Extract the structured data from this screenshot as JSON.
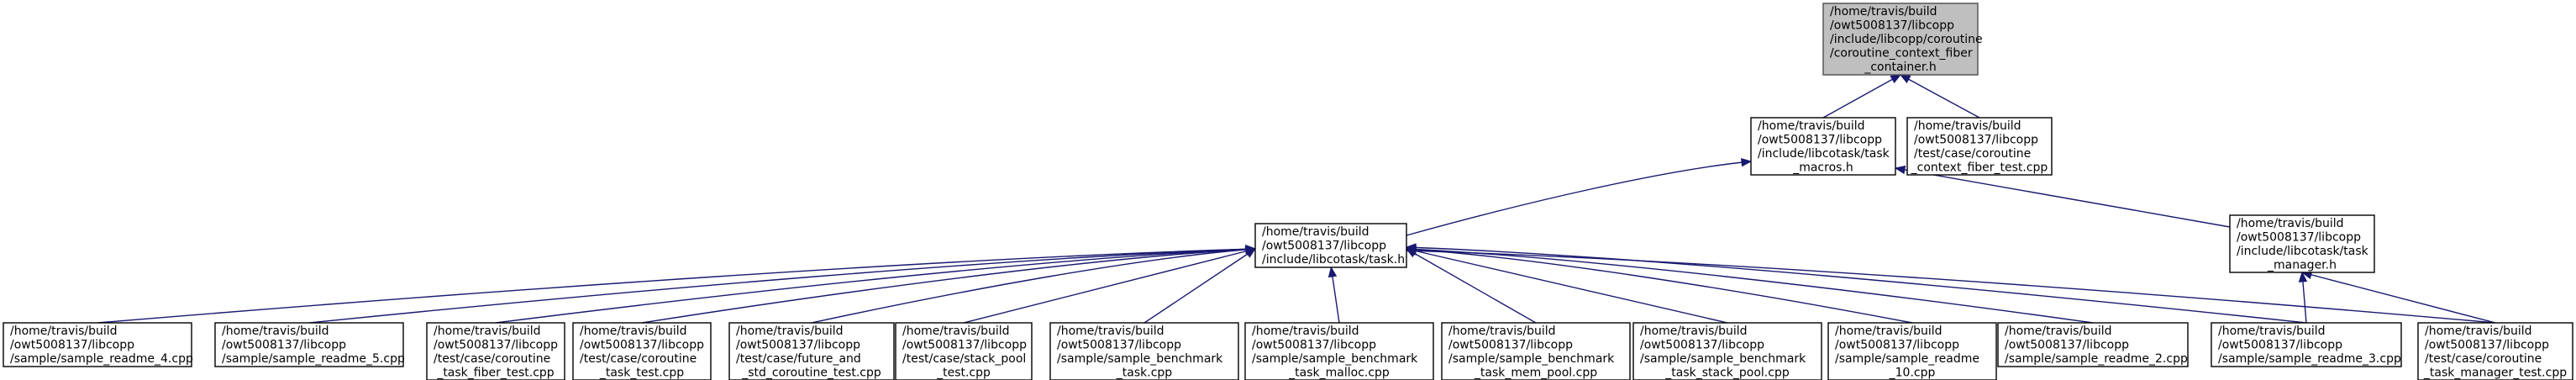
{
  "colors": {
    "edge": "#191970",
    "root_fill": "#bfbfbf",
    "node_fill": "#ffffff",
    "border": "#000000"
  },
  "nodes": [
    {
      "id": "ctx_fiber_container",
      "lines": [
        "/home/travis/build",
        "/owt5008137/libcopp",
        "/include/libcopp/coroutine",
        "/coroutine_context_fiber",
        "_container.h"
      ],
      "root": true
    },
    {
      "id": "task_macros",
      "lines": [
        "/home/travis/build",
        "/owt5008137/libcopp",
        "/include/libcotask/task",
        "_macros.h"
      ]
    },
    {
      "id": "ctx_fiber_test",
      "lines": [
        "/home/travis/build",
        "/owt5008137/libcopp",
        "/test/case/coroutine",
        "_context_fiber_test.cpp"
      ]
    },
    {
      "id": "task_h",
      "lines": [
        "/home/travis/build",
        "/owt5008137/libcopp",
        "/include/libcotask/task.h"
      ]
    },
    {
      "id": "task_manager",
      "lines": [
        "/home/travis/build",
        "/owt5008137/libcopp",
        "/include/libcotask/task",
        "_manager.h"
      ]
    },
    {
      "id": "readme_4",
      "lines": [
        "/home/travis/build",
        "/owt5008137/libcopp",
        "/sample/sample_readme_4.cpp"
      ]
    },
    {
      "id": "readme_5",
      "lines": [
        "/home/travis/build",
        "/owt5008137/libcopp",
        "/sample/sample_readme_5.cpp"
      ]
    },
    {
      "id": "task_fiber_test",
      "lines": [
        "/home/travis/build",
        "/owt5008137/libcopp",
        "/test/case/coroutine",
        "_task_fiber_test.cpp"
      ]
    },
    {
      "id": "task_test",
      "lines": [
        "/home/travis/build",
        "/owt5008137/libcopp",
        "/test/case/coroutine",
        "_task_test.cpp"
      ]
    },
    {
      "id": "future_std",
      "lines": [
        "/home/travis/build",
        "/owt5008137/libcopp",
        "/test/case/future_and",
        "_std_coroutine_test.cpp"
      ]
    },
    {
      "id": "stack_pool_test",
      "lines": [
        "/home/travis/build",
        "/owt5008137/libcopp",
        "/test/case/stack_pool",
        "_test.cpp"
      ]
    },
    {
      "id": "bench_task",
      "lines": [
        "/home/travis/build",
        "/owt5008137/libcopp",
        "/sample/sample_benchmark",
        "_task.cpp"
      ]
    },
    {
      "id": "bench_malloc",
      "lines": [
        "/home/travis/build",
        "/owt5008137/libcopp",
        "/sample/sample_benchmark",
        "_task_malloc.cpp"
      ]
    },
    {
      "id": "bench_mem_pool",
      "lines": [
        "/home/travis/build",
        "/owt5008137/libcopp",
        "/sample/sample_benchmark",
        "_task_mem_pool.cpp"
      ]
    },
    {
      "id": "bench_stack_pool",
      "lines": [
        "/home/travis/build",
        "/owt5008137/libcopp",
        "/sample/sample_benchmark",
        "_task_stack_pool.cpp"
      ]
    },
    {
      "id": "readme_10",
      "lines": [
        "/home/travis/build",
        "/owt5008137/libcopp",
        "/sample/sample_readme",
        "_10.cpp"
      ]
    },
    {
      "id": "readme_2",
      "lines": [
        "/home/travis/build",
        "/owt5008137/libcopp",
        "/sample/sample_readme_2.cpp"
      ]
    },
    {
      "id": "readme_3",
      "lines": [
        "/home/travis/build",
        "/owt5008137/libcopp",
        "/sample/sample_readme_3.cpp"
      ]
    },
    {
      "id": "task_manager_test",
      "lines": [
        "/home/travis/build",
        "/owt5008137/libcopp",
        "/test/case/coroutine",
        "_task_manager_test.cpp"
      ]
    }
  ],
  "edges": [
    {
      "from": "task_macros",
      "to": "ctx_fiber_container"
    },
    {
      "from": "ctx_fiber_test",
      "to": "ctx_fiber_container"
    },
    {
      "from": "task_h",
      "to": "task_macros"
    },
    {
      "from": "task_manager",
      "to": "task_macros"
    },
    {
      "from": "readme_4",
      "to": "task_h"
    },
    {
      "from": "readme_5",
      "to": "task_h"
    },
    {
      "from": "task_fiber_test",
      "to": "task_h"
    },
    {
      "from": "task_test",
      "to": "task_h"
    },
    {
      "from": "future_std",
      "to": "task_h"
    },
    {
      "from": "stack_pool_test",
      "to": "task_h"
    },
    {
      "from": "bench_task",
      "to": "task_h"
    },
    {
      "from": "bench_malloc",
      "to": "task_h"
    },
    {
      "from": "bench_mem_pool",
      "to": "task_h"
    },
    {
      "from": "bench_stack_pool",
      "to": "task_h"
    },
    {
      "from": "readme_10",
      "to": "task_h"
    },
    {
      "from": "readme_2",
      "to": "task_h"
    },
    {
      "from": "readme_3",
      "to": "task_h"
    },
    {
      "from": "task_manager_test",
      "to": "task_h"
    },
    {
      "from": "readme_3",
      "to": "task_manager"
    },
    {
      "from": "task_manager_test",
      "to": "task_manager"
    }
  ]
}
